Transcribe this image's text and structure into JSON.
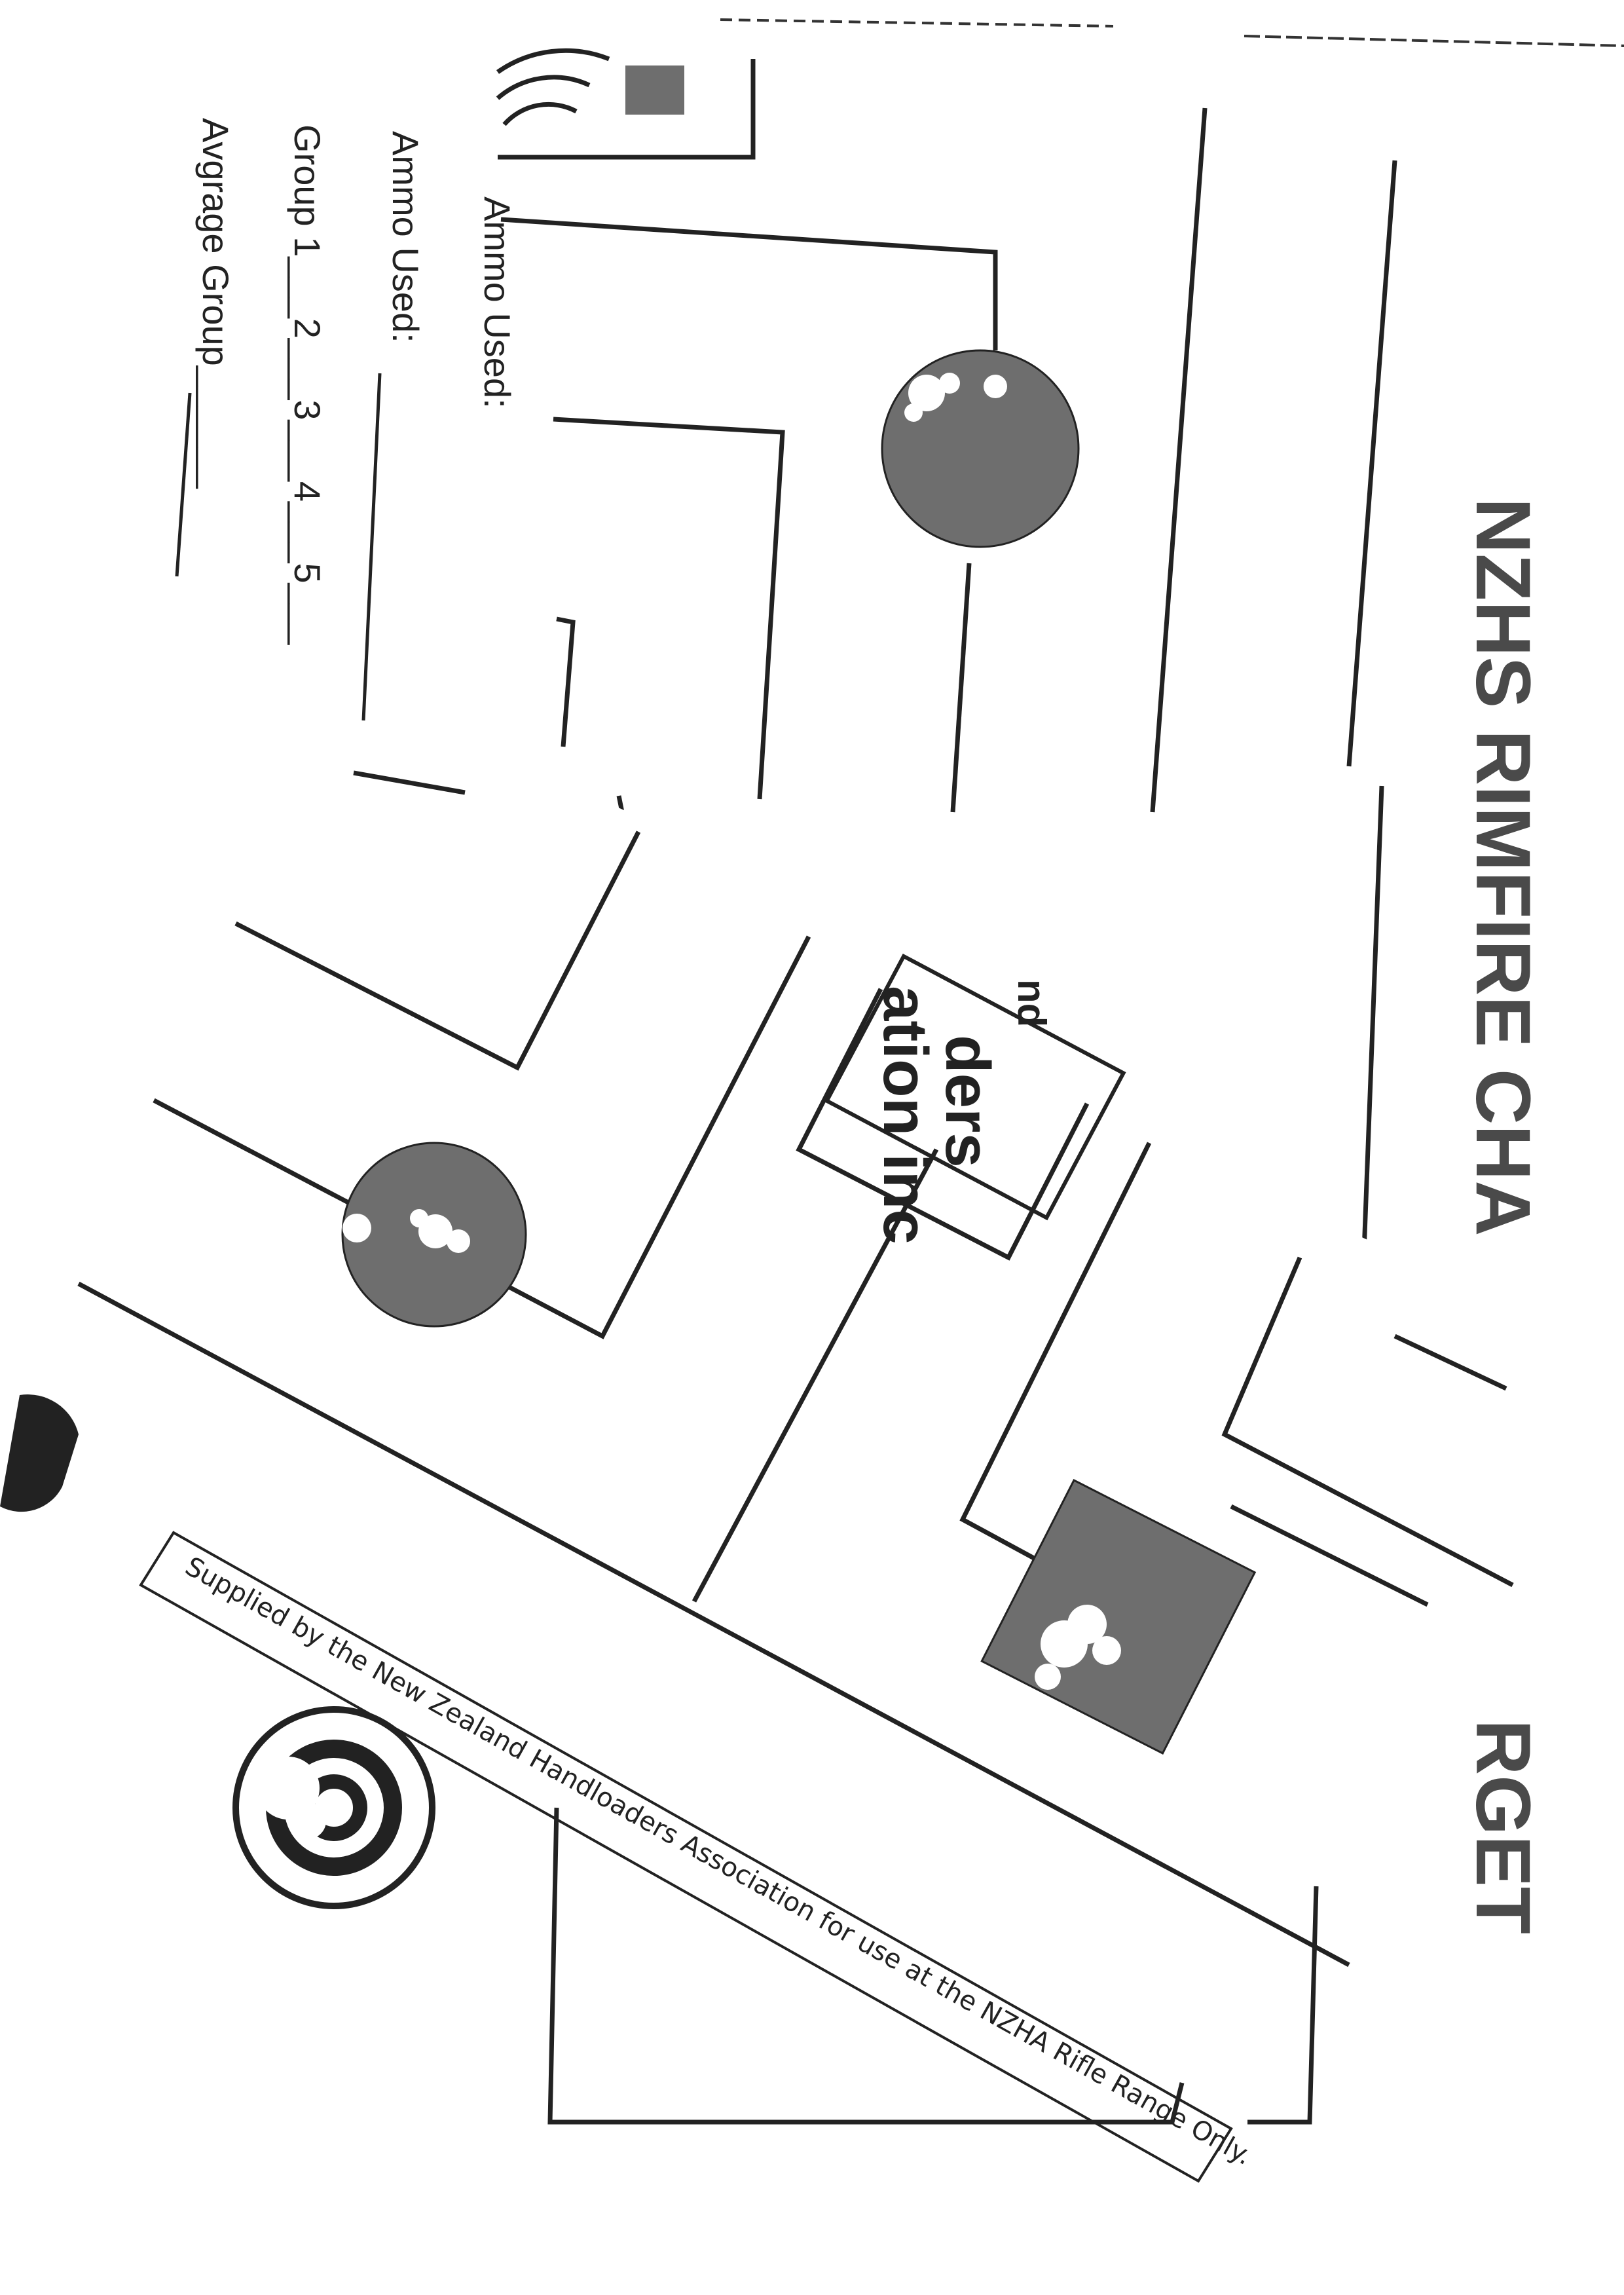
{
  "labels": {
    "ammo_used_top": "Ammo Used:",
    "ammo_used": "Ammo Used:",
    "group_line": "Group 1___2___3___4___5___",
    "average_group": "Avgrage Group______"
  },
  "target_title": {
    "part1": "NZHS RIMFIRE CHA",
    "part2": "RGET"
  },
  "association_fragment": {
    "line1": "nd",
    "line2": "ders",
    "line3": "ation inc"
  },
  "footer_note": "Supplied by the New Zealand Handloaders Association for use at the NZHA Rifle Range Only.",
  "colors": {
    "target_fill": "#6e6e6e",
    "ink": "#222222",
    "paper": "#ffffff"
  }
}
